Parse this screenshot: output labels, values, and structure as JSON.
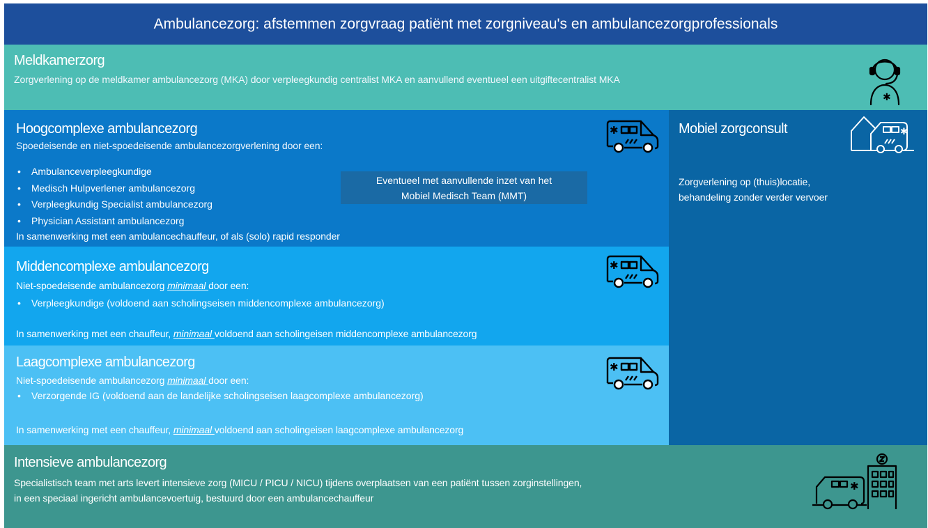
{
  "title": "Ambulancezorg: afstemmen zorgvraag patiënt met zorgniveau's en ambulancezorgprofessionals",
  "meldkamer": {
    "heading": "Meldkamerzorg",
    "text": "Zorgverlening op de meldkamer ambulancezorg (MKA) door verpleegkundig centralist MKA en aanvullend eventueel een uitgiftecentralist MKA",
    "icon": "headset-operator-icon"
  },
  "hoog": {
    "heading": "Hoogcomplexe ambulancezorg",
    "subtitle": "Spoedeisende en niet-spoedeisende ambulancezorgverlening door een:",
    "bullets": [
      "Ambulanceverpleegkundige",
      "Medisch Hulpverlener ambulancezorg",
      "Verpleegkundig Specialist ambulancezorg",
      "Physician Assistant ambulancezorg"
    ],
    "footer": "In samenwerking met een ambulancechauffeur, of als (solo) rapid  responder",
    "mmt": {
      "line1": "Eventueel met aanvullende inzet van het",
      "line2": "Mobiel Medisch Team (MMT)"
    },
    "icon": "ambulance-icon"
  },
  "midden": {
    "heading": "Middencomplexe ambulancezorg",
    "subtitle_pre": "Niet-spoedeisende ambulancezorg ",
    "subtitle_em": "minimaal ",
    "subtitle_post": "door een:",
    "bullets": [
      "Verpleegkundige (voldoend aan scholingseisen middencomplexe  ambulancezorg)"
    ],
    "footer_pre": "In samenwerking met een chauffeur, ",
    "footer_em": "minimaal ",
    "footer_post": "voldoend aan scholingeisen middencomplexe ambulancezorg",
    "icon": "ambulance-icon"
  },
  "laag": {
    "heading": "Laagcomplexe ambulancezorg",
    "subtitle_pre": "Niet-spoedeisende ambulancezorg ",
    "subtitle_em": "minimaal ",
    "subtitle_post": "door een:",
    "bullets": [
      "Verzorgende IG (voldoend aan de landelijke scholingseisen laagcomplexe  ambulancezorg)"
    ],
    "footer_pre": "In samenwerking met een chauffeur, ",
    "footer_em": "minimaal ",
    "footer_post": "voldoend aan scholingeisen laagcomplexe ambulancezorg",
    "icon": "ambulance-icon"
  },
  "mobiel": {
    "heading": "Mobiel zorgconsult",
    "text_line1": "Zorgverlening op (thuis)locatie,",
    "text_line2": "behandeling zonder verder vervoer",
    "icon": "home-ambulance-icon"
  },
  "intensief": {
    "heading": "Intensieve ambulancezorg",
    "text_line1": "Specialistisch team met arts levert intensieve zorg (MICU / PICU / NICU) tijdens overplaatsen van een patiënt tussen zorginstellingen,",
    "text_line2": "in een speciaal ingericht ambulancevoertuig, bestuurd door een ambulancechauffeur",
    "icon": "ambulance-hospital-icon"
  },
  "colors": {
    "title_bar": "#1d4f9c",
    "meldkamer": "#4dbdb4",
    "hoog": "#0b79c9",
    "midden": "#12a6ee",
    "laag": "#4cc0f4",
    "mobiel": "#0a65a4",
    "intensief": "#3d968f"
  }
}
